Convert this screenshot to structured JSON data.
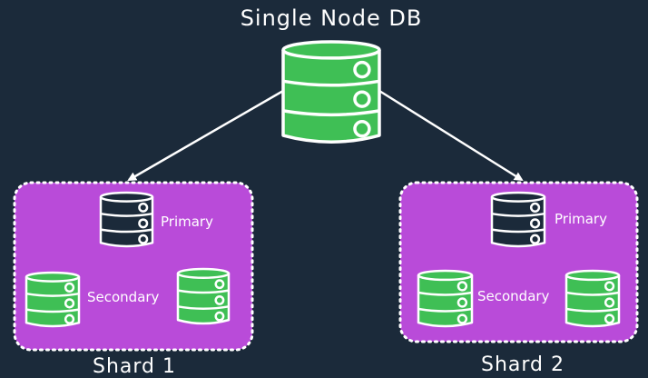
{
  "diagram": {
    "title": "Single Node DB",
    "colors": {
      "background": "#1b2a3a",
      "db_green": "#3fbf55",
      "db_dark": "#1b2a3a",
      "shard_fill": "#b94bd9",
      "stroke": "#ffffff"
    },
    "source_node": {
      "label": "Single Node DB",
      "icon": "database-icon",
      "color": "green"
    },
    "shards": [
      {
        "label": "Shard 1",
        "primary": {
          "label": "Primary",
          "icon": "database-icon",
          "color": "dark"
        },
        "secondary": {
          "label": "Secondary",
          "count": 2,
          "icon": "database-icon",
          "color": "green"
        }
      },
      {
        "label": "Shard 2",
        "primary": {
          "label": "Primary",
          "icon": "database-icon",
          "color": "dark"
        },
        "secondary": {
          "label": "Secondary",
          "count": 2,
          "icon": "database-icon",
          "color": "green"
        }
      }
    ],
    "edges": [
      {
        "from": "Single Node DB",
        "to": "Shard 1"
      },
      {
        "from": "Single Node DB",
        "to": "Shard 2"
      }
    ]
  }
}
